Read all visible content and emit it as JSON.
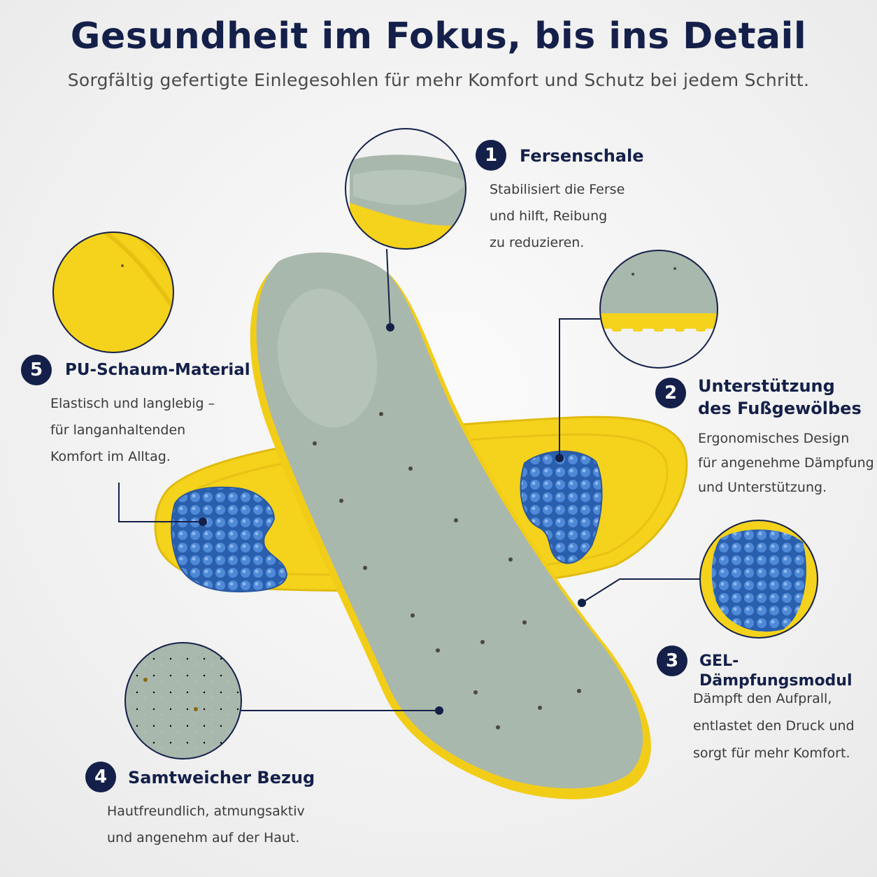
{
  "header": {
    "title": "Gesundheit im Fokus, bis ins Detail",
    "subtitle": "Sorgfältig gefertigte Einlegesohlen für mehr Komfort und Schutz bei jedem Schritt."
  },
  "features": [
    {
      "number": "1",
      "title": "Fersenschale",
      "lines": [
        "Stabilisiert die Ferse",
        "und hilft, Reibung",
        "zu reduzieren."
      ]
    },
    {
      "number": "2",
      "title_lines": [
        "Unterstützung",
        "des Fußgewölbes"
      ],
      "lines": [
        "Ergonomisches Design",
        "für angenehme Dämpfung",
        "und Unterstützung."
      ]
    },
    {
      "number": "3",
      "title": "GEL-Dämpfungsmodul",
      "lines": [
        "Dämpft den Aufprall,",
        "entlastet den Druck und",
        "sorgt für mehr Komfort."
      ]
    },
    {
      "number": "4",
      "title": "Samtweicher Bezug",
      "lines": [
        "Hautfreundlich, atmungsaktiv",
        "und angenehm auf der Haut."
      ]
    },
    {
      "number": "5",
      "title": "PU-Schaum-Material",
      "lines": [
        "Elastisch und langlebig –",
        "für langanhaltenden",
        "Komfort im Alltag."
      ]
    }
  ],
  "colors": {
    "navy": "#14204a",
    "insole_gray": "#a9b8ac",
    "foam_yellow": "#f5d21b",
    "gel_blue": "#2f6fc6"
  }
}
